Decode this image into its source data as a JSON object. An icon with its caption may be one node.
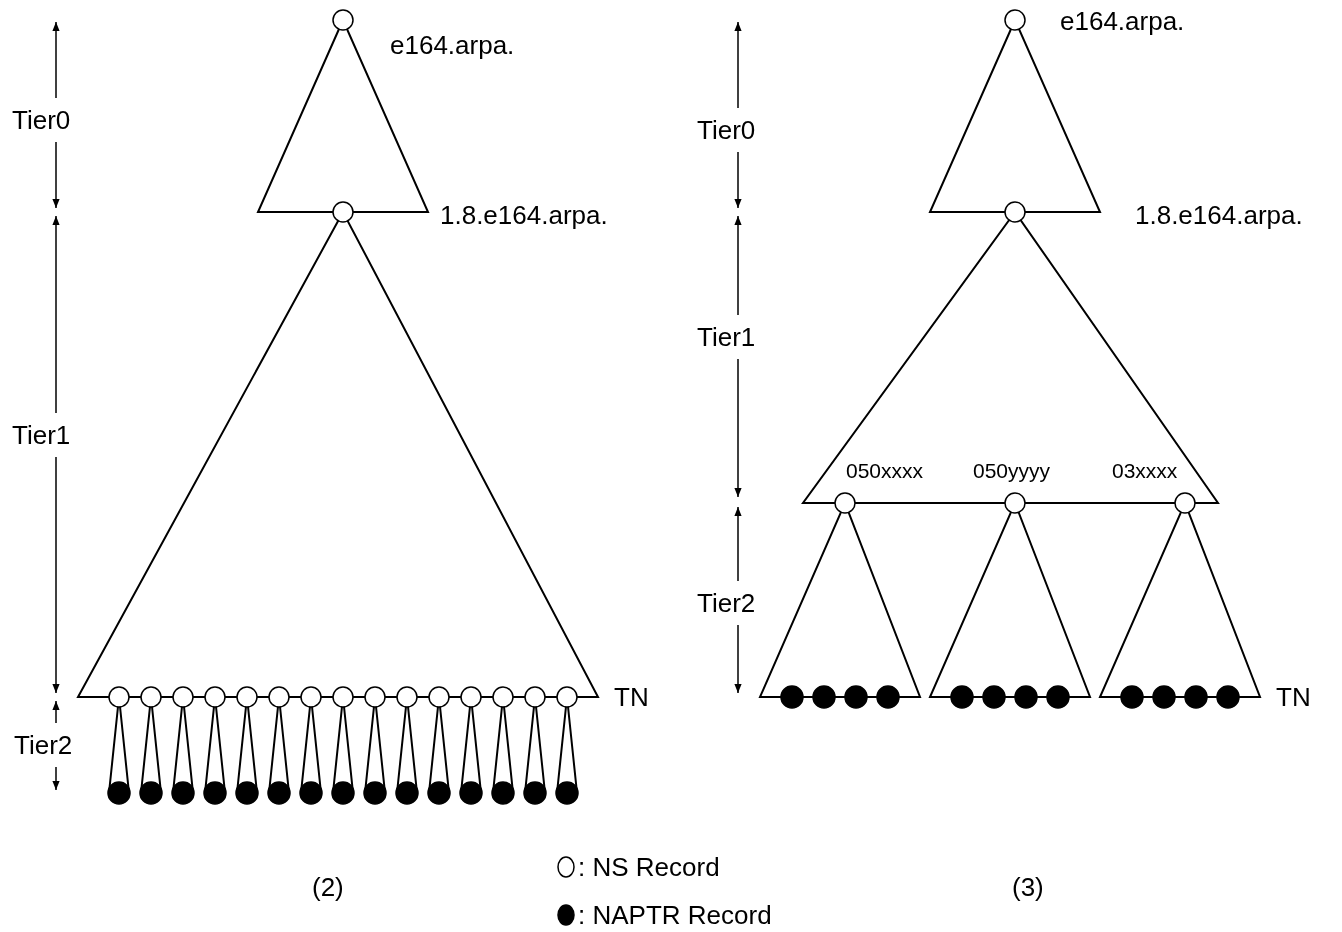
{
  "diagram": {
    "labels": [
      "Tier0",
      "e164.arpa.",
      "1.8.e164.arpa.",
      "Tier1",
      "TN",
      "Tier2",
      "(2)",
      "e164.arpa.",
      "Tier0",
      "1.8.e164.arpa.",
      "Tier1",
      "050xxxx",
      "050yyyy",
      "03xxxx",
      "Tier2",
      "TN",
      "(3)"
    ],
    "legend": [
      {
        "text": ": NS Record"
      },
      {
        "text": ": NAPTR Record"
      }
    ]
  }
}
